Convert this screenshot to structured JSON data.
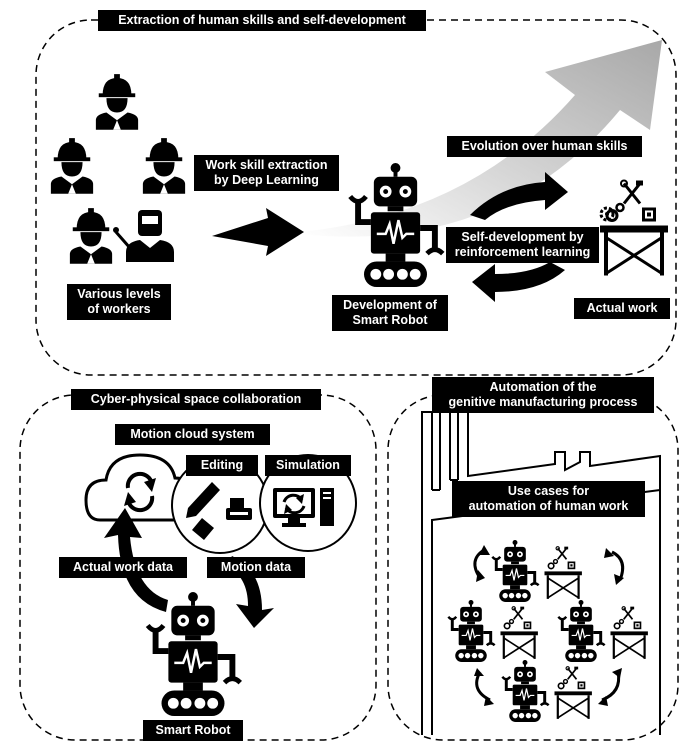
{
  "top_panel": {
    "title": "Extraction of human skills and self-development",
    "workers_label": [
      "Various levels",
      "of workers"
    ],
    "skill_extraction_label": [
      "Work skill extraction",
      "by Deep Learning"
    ],
    "evolution_label": "Evolution over human skills",
    "self_development_label": [
      "Self-development by",
      "reinforcement learning"
    ],
    "development_label": [
      "Development of",
      "Smart Robot"
    ],
    "actual_work_label": "Actual work"
  },
  "bottom_left_panel": {
    "title": "Cyber-physical space collaboration",
    "motion_cloud_label": "Motion cloud system",
    "editing_label": "Editing",
    "simulation_label": "Simulation",
    "actual_work_data_label": "Actual work data",
    "motion_data_label": "Motion data",
    "smart_robot_label": "Smart Robot"
  },
  "bottom_right_panel": {
    "title": [
      "Automation of the",
      "genitive manufacturing process"
    ],
    "use_cases_label": [
      "Use cases for",
      "automation of human work"
    ]
  }
}
